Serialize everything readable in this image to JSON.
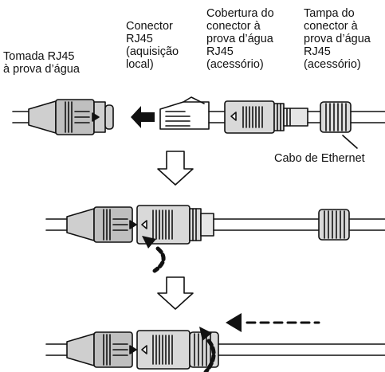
{
  "labels": {
    "socket": [
      "Tomada RJ45",
      "à prova d’água"
    ],
    "connector": [
      "Conector",
      "RJ45",
      "(aquisição",
      "local)"
    ],
    "cover": [
      "Cobertura do",
      "conector à",
      "prova d’água",
      "RJ45",
      "(acessório)"
    ],
    "cap": [
      "Tampa do",
      "conector à",
      "prova d’água",
      "RJ45",
      "(acessório)"
    ],
    "cable": "Cabo de Ethernet"
  },
  "colors": {
    "ink": "#111111",
    "socket_fill": "#bfbfbf",
    "part_fill": "#d9d9d9",
    "background": "#ffffff"
  },
  "icons": {
    "insert_arrow": "solid-left-arrow",
    "step_arrow": "hollow-down-arrow",
    "rotate_arrow": "dashed-curved-arrow",
    "slide_arrow": "dashed-left-arrow"
  }
}
